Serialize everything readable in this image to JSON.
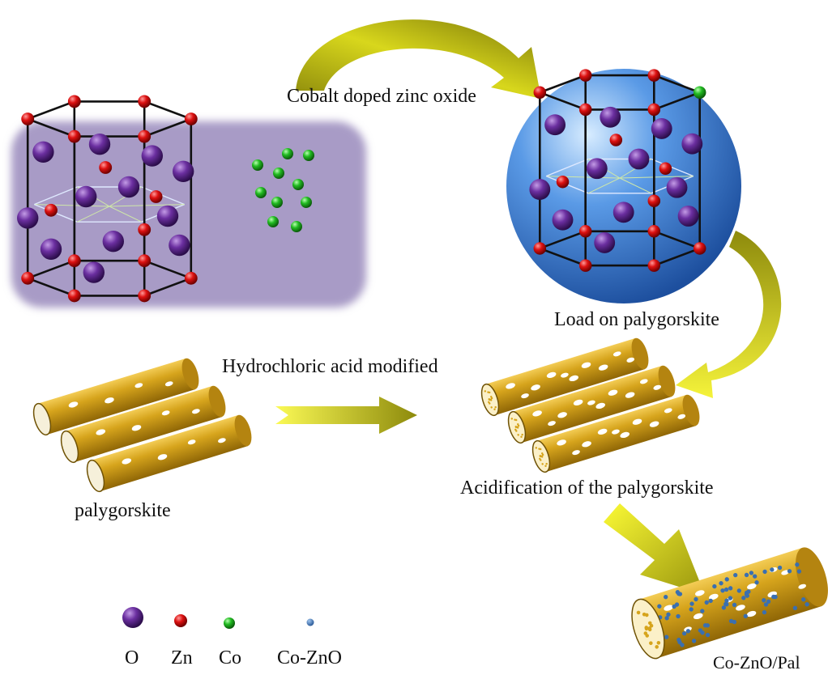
{
  "labels": {
    "cobalt_doped": "Cobalt doped zinc oxide",
    "load_on_pal": "Load on palygorskite",
    "hcl_modified": "Hydrochloric acid modified",
    "palygorskite": "palygorskite",
    "acidification": "Acidification of the palygorskite",
    "product": "Co-ZnO/Pal"
  },
  "legend": [
    {
      "symbol": "O",
      "color": "#6b2fa0"
    },
    {
      "symbol": "Zn",
      "color": "#dd1111"
    },
    {
      "symbol": "Co",
      "color": "#22bb22"
    },
    {
      "symbol": "Co-ZnO",
      "color": "#3a6fb0"
    }
  ],
  "colors": {
    "panel": "#a89bc6",
    "sphere": "#4a88dc",
    "tube": "#c9970f",
    "arrow": "#c9c812"
  }
}
